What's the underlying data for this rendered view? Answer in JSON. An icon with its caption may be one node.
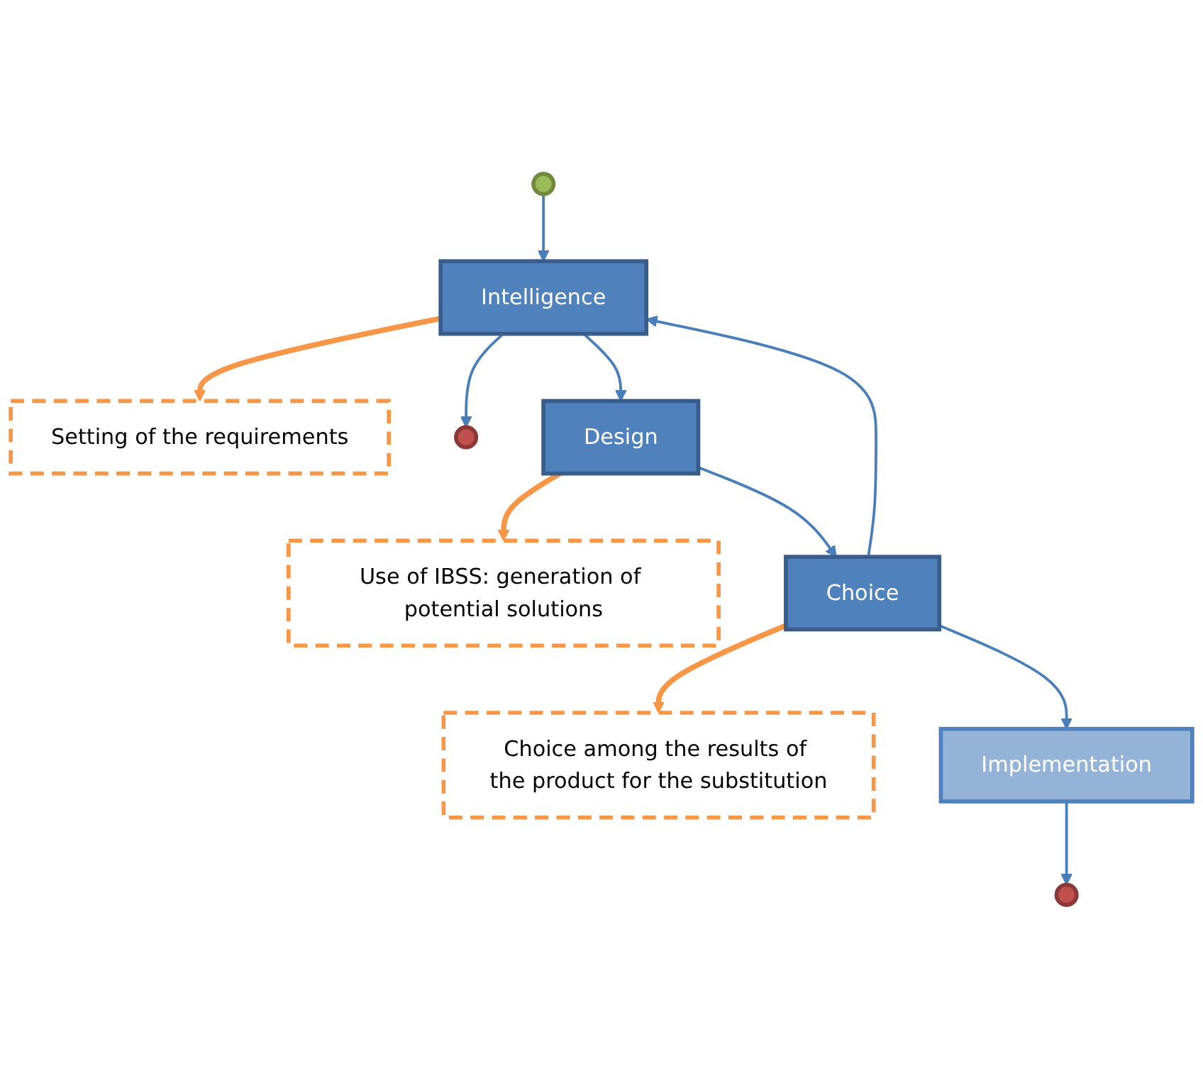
{
  "diagram": {
    "nodes": [
      {
        "text": [],
        "shape": "circle"
      },
      {
        "text": [
          "Intelligence"
        ]
      },
      {
        "text": [
          "Setting of the requirements"
        ]
      },
      {
        "text": [],
        "shape": "circle"
      },
      {
        "text": [
          "Design"
        ]
      },
      {
        "text": [
          "Use of IBSS: generation of potential solutions"
        ]
      },
      {
        "text": [
          "Choice"
        ]
      },
      {
        "text": [
          "Choice among the results of the product for the substitution"
        ]
      },
      {
        "text": [
          "Implementation"
        ]
      },
      {
        "text": [],
        "shape": "circle"
      }
    ],
    "edges": [
      {
        "from": 0,
        "to": 1,
        "arrow": "to"
      },
      {
        "from": 1,
        "to": 2,
        "arrow": "to",
        "style": "thick",
        "color": "#f79646"
      },
      {
        "from": 1,
        "to": 3,
        "arrow": "to"
      },
      {
        "from": 1,
        "to": 4,
        "arrow": "to"
      },
      {
        "from": 4,
        "to": 5,
        "arrow": "to",
        "style": "thick",
        "color": "#f79646"
      },
      {
        "from": 4,
        "to": 6,
        "arrow": "to"
      },
      {
        "from": 6,
        "to": 7,
        "arrow": "to",
        "style": "thick",
        "color": "#f79646"
      },
      {
        "from": 6,
        "to": 1,
        "arrow": "to"
      },
      {
        "from": 6,
        "to": 8,
        "arrow": "to"
      },
      {
        "from": 8,
        "to": 9,
        "arrow": "to"
      }
    ]
  }
}
